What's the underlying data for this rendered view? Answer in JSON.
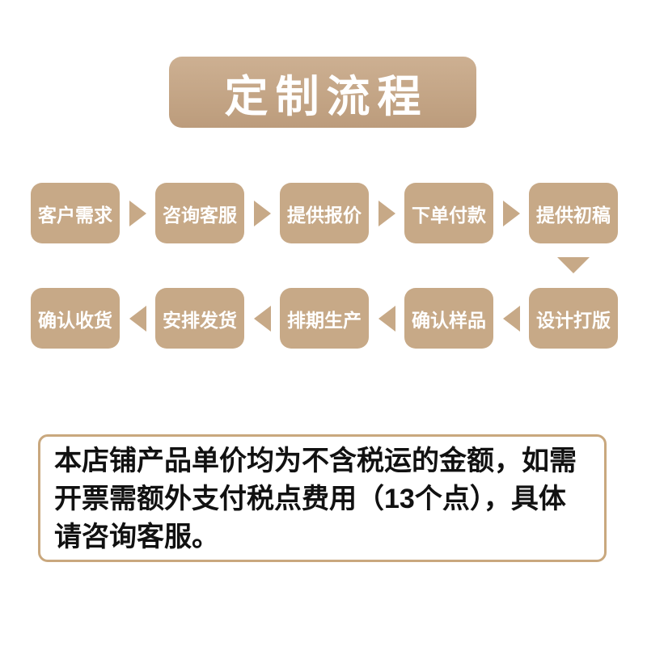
{
  "title": {
    "text": "定制流程"
  },
  "flow": {
    "row1": {
      "direction": "right",
      "steps": [
        "客户需求",
        "咨询客服",
        "提供报价",
        "下单付款",
        "提供初稿"
      ]
    },
    "row2": {
      "direction": "left",
      "steps": [
        "确认收货",
        "安排发货",
        "排期生产",
        "确认样品",
        "设计打版"
      ]
    }
  },
  "notice": {
    "lines": [
      "本店铺产品单价均为不含税运的金额，如需",
      "开票需额外支付税点费用（13个点），具体",
      "请咨询客服。"
    ]
  },
  "colors": {
    "accent": "#c7a987",
    "banner_gradient_top": "#cdb092",
    "banner_gradient_bottom": "#bc9c7c",
    "notice_border": "#c9a87e",
    "step_text": "#ffffff",
    "notice_text": "#111111",
    "background": "#ffffff"
  },
  "icons": {
    "right_arrow": "solid right-pointing triangle",
    "left_arrow": "solid left-pointing triangle",
    "down_arrow": "solid down-pointing triangle"
  }
}
